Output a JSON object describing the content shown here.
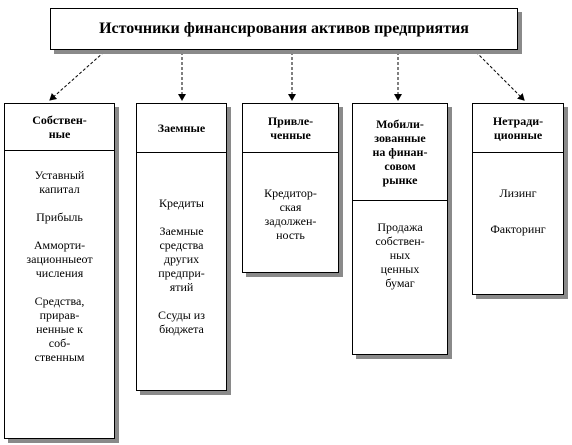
{
  "title": "Источники финансирования активов предприятия",
  "columns": [
    {
      "heading": "Собствен-\nные",
      "items": [
        "Уставный\nкапитал",
        "Прибыль",
        "Амморти-\nзационныеот\nчисления",
        "Средства,\nприрав-\nненные к\nсоб-\nственным"
      ]
    },
    {
      "heading": "Заемные",
      "items": [
        "Кредиты",
        "Заемные\nсредства\nдругих\nпредпри-\nятий",
        "Ссуды из\nбюджета"
      ]
    },
    {
      "heading": "Привле-\nченные",
      "items": [
        "Кредитор-\nская\nзадолжен-\nность"
      ]
    },
    {
      "heading": "Мобили-\nзованные\nна финан-\nсовом\nрынке",
      "items": [
        "Продажа\nсобствен-\nных\nценных\nбумаг"
      ]
    },
    {
      "heading": "Нетради-\nционные",
      "items": [
        "Лизинг",
        "Факторинг"
      ]
    }
  ]
}
